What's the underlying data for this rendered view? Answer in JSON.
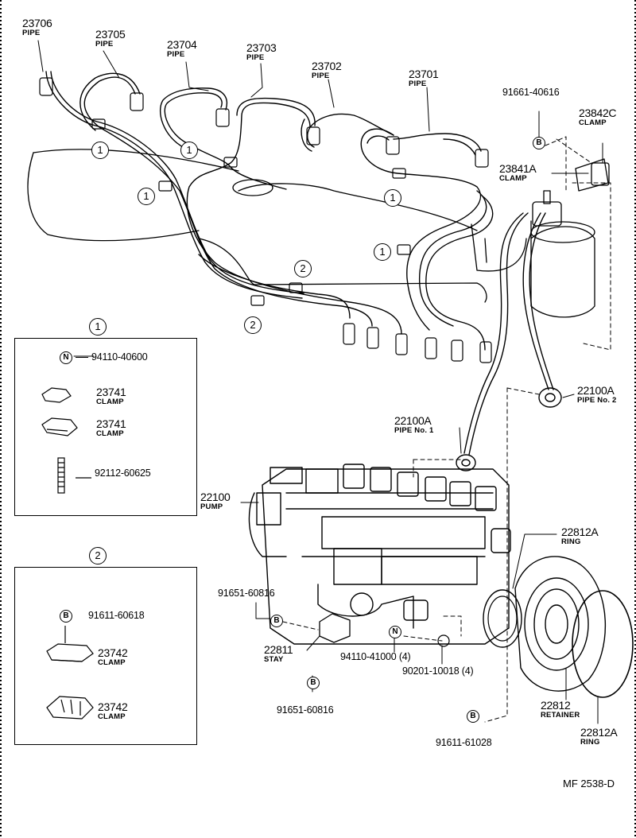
{
  "labels": {
    "p23706": {
      "num": "23706",
      "name": "PIPE"
    },
    "p23705": {
      "num": "23705",
      "name": "PIPE"
    },
    "p23704": {
      "num": "23704",
      "name": "PIPE"
    },
    "p23703": {
      "num": "23703",
      "name": "PIPE"
    },
    "p23702": {
      "num": "23702",
      "name": "PIPE"
    },
    "p23701": {
      "num": "23701",
      "name": "PIPE"
    },
    "p91661": {
      "num": "91661-40616"
    },
    "p23842C": {
      "num": "23842C",
      "name": "CLAMP"
    },
    "p23841A": {
      "num": "23841A",
      "name": "CLAMP"
    },
    "p22100A_2": {
      "num": "22100A",
      "name": "PIPE No. 2"
    },
    "p22100A_1": {
      "num": "22100A",
      "name": "PIPE No. 1"
    },
    "p22100": {
      "num": "22100",
      "name": "PUMP"
    },
    "p22812A_top": {
      "num": "22812A",
      "name": "RING"
    },
    "p91651_a": {
      "num": "91651-60816"
    },
    "p22811": {
      "num": "22811",
      "name": "STAY"
    },
    "p94110_41000": {
      "num": "94110-41000 (4)"
    },
    "p90201": {
      "num": "90201-10018 (4)"
    },
    "p91651_b": {
      "num": "91651-60816"
    },
    "p91611_61028": {
      "num": "91611-61028"
    },
    "p22812": {
      "num": "22812",
      "name": "RETAINER"
    },
    "p22812A_bot": {
      "num": "22812A",
      "name": "RING"
    }
  },
  "legend1": {
    "title": "1",
    "items": [
      {
        "marker": "N",
        "num": "94110-40600"
      },
      {
        "num": "23741",
        "name": "CLAMP"
      },
      {
        "num": "23741",
        "name": "CLAMP"
      },
      {
        "num": "92112-60625"
      }
    ]
  },
  "legend2": {
    "title": "2",
    "items": [
      {
        "marker": "B",
        "num": "91611-60618"
      },
      {
        "num": "23742",
        "name": "CLAMP"
      },
      {
        "num": "23742",
        "name": "CLAMP"
      }
    ]
  },
  "callouts": {
    "c1": "1",
    "c2": "2",
    "markerB": "B",
    "markerN": "N"
  },
  "footer": {
    "code": "MF  2538-D"
  }
}
